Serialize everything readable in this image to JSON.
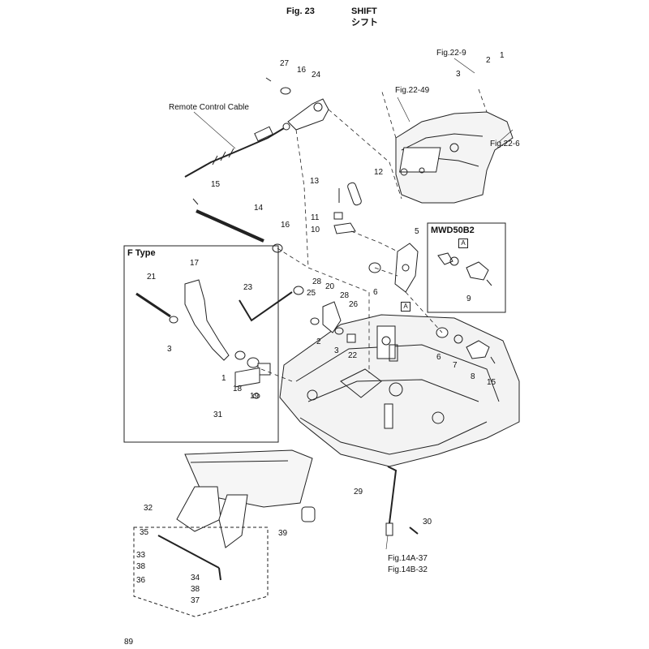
{
  "header": {
    "fig": "Fig. 23",
    "title_en": "SHIFT",
    "title_jp": "シフト"
  },
  "page_number": "89",
  "captions": {
    "remote_cable": "Remote Control Cable",
    "f_type": "F Type",
    "mwd": "MWD50B2",
    "tag_a": "A"
  },
  "refs": {
    "fig22_9": "Fig.22-9",
    "fig22_49": "Fig.22-49",
    "fig22_6": "Fig.22-6",
    "fig14a": "Fig.14A-37",
    "fig14b": "Fig.14B-32"
  },
  "callouts": [
    {
      "id": "27",
      "text": "27"
    },
    {
      "id": "16a",
      "text": "16"
    },
    {
      "id": "24",
      "text": "24"
    },
    {
      "id": "13",
      "text": "13"
    },
    {
      "id": "12",
      "text": "12"
    },
    {
      "id": "15a",
      "text": "15"
    },
    {
      "id": "14",
      "text": "14"
    },
    {
      "id": "11",
      "text": "11"
    },
    {
      "id": "10",
      "text": "10"
    },
    {
      "id": "16b",
      "text": "16"
    },
    {
      "id": "5",
      "text": "5"
    },
    {
      "id": "6a",
      "text": "6"
    },
    {
      "id": "3a",
      "text": "3"
    },
    {
      "id": "2a",
      "text": "2"
    },
    {
      "id": "1a",
      "text": "1"
    },
    {
      "id": "9",
      "text": "9"
    },
    {
      "id": "17",
      "text": "17"
    },
    {
      "id": "21",
      "text": "21"
    },
    {
      "id": "23",
      "text": "23"
    },
    {
      "id": "28a",
      "text": "28"
    },
    {
      "id": "20",
      "text": "20"
    },
    {
      "id": "25",
      "text": "25"
    },
    {
      "id": "28b",
      "text": "28"
    },
    {
      "id": "26",
      "text": "26"
    },
    {
      "id": "3b",
      "text": "3"
    },
    {
      "id": "2b",
      "text": "2"
    },
    {
      "id": "3c",
      "text": "3"
    },
    {
      "id": "22",
      "text": "22"
    },
    {
      "id": "6b",
      "text": "6"
    },
    {
      "id": "7",
      "text": "7"
    },
    {
      "id": "8",
      "text": "8"
    },
    {
      "id": "15b",
      "text": "15"
    },
    {
      "id": "1b",
      "text": "1"
    },
    {
      "id": "18",
      "text": "18"
    },
    {
      "id": "19",
      "text": "19"
    },
    {
      "id": "31",
      "text": "31"
    },
    {
      "id": "29",
      "text": "29"
    },
    {
      "id": "30",
      "text": "30"
    },
    {
      "id": "32",
      "text": "32"
    },
    {
      "id": "35",
      "text": "35"
    },
    {
      "id": "39",
      "text": "39"
    },
    {
      "id": "33",
      "text": "33"
    },
    {
      "id": "38a",
      "text": "38"
    },
    {
      "id": "36",
      "text": "36"
    },
    {
      "id": "34",
      "text": "34"
    },
    {
      "id": "38b",
      "text": "38"
    },
    {
      "id": "37",
      "text": "37"
    }
  ]
}
